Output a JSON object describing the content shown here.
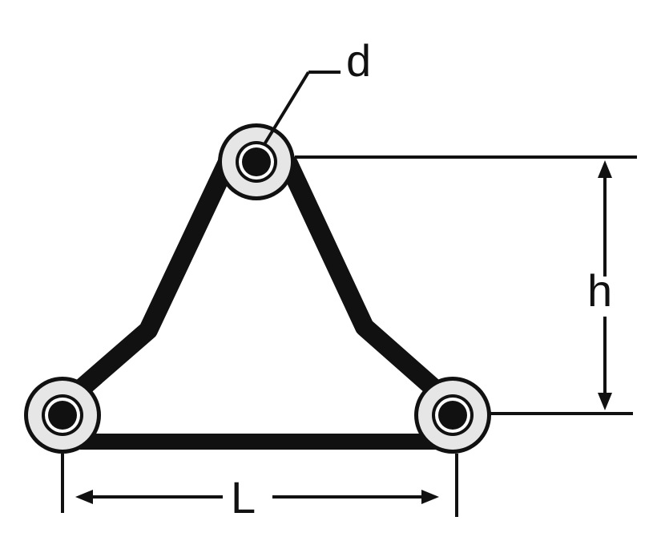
{
  "diagram": {
    "labels": {
      "d": "d",
      "h": "h",
      "L": "L"
    },
    "colors": {
      "ink": "#111111",
      "bushing_ring": "#e6e6e6",
      "background": "#ffffff"
    }
  }
}
